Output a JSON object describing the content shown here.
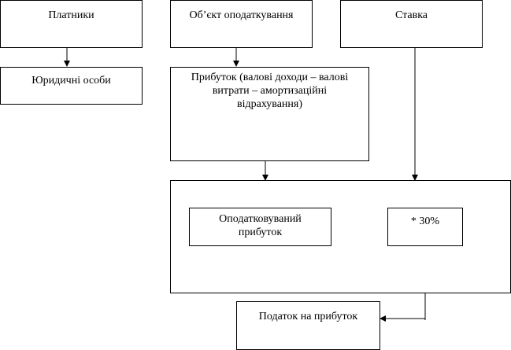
{
  "diagram": {
    "payers_label": "Платники",
    "object_label": "Об’єкт оподаткування",
    "rate_label": "Ставка",
    "legal_entities_label": "Юридичні особи",
    "profit_definition": "Прибуток (валові доходи – валові витрати – амортизаційні відрахування)",
    "taxable_profit_label": "Оподатковуваний прибуток",
    "rate_value": "* 30%",
    "income_tax_label": "Податок на прибуток"
  }
}
